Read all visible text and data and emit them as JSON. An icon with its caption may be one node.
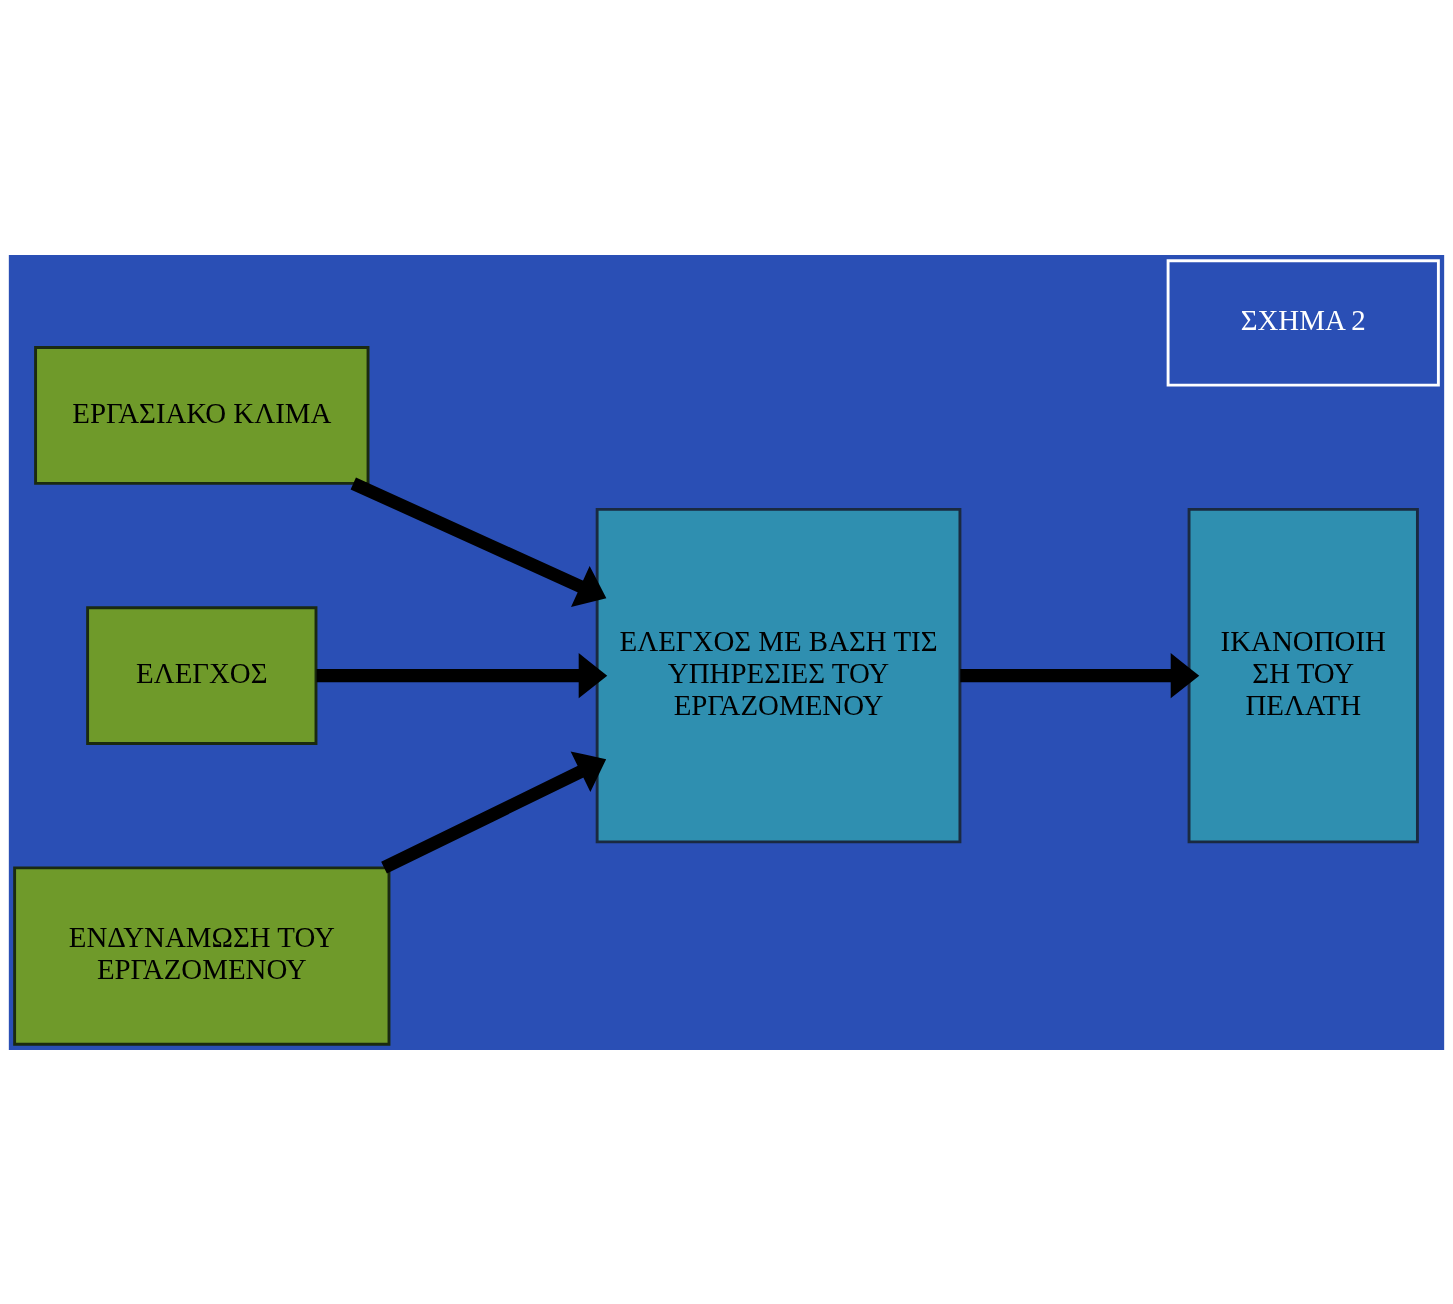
{
  "diagram": {
    "nodes": [
      {
        "text": [
          "ΣΧΗΜΑ 2"
        ]
      },
      {
        "text": [
          "ΕΡΓΑΣΙΑΚΟ ΚΛΙΜΑ"
        ]
      },
      {
        "text": [
          "ΕΛΕΓΧΟΣ"
        ]
      },
      {
        "text": [
          "ΕΝΔΥΝΑΜΩΣΗ ΤΟΥ ΕΡΓΑΖΟΜΕΝΟΥ"
        ]
      },
      {
        "text": [
          "ΕΛΕΓΧΟΣ ΜΕ ΒΑΣΗ ΤΙΣ ΥΠΗΡΕΣΙΕΣ ΤΟΥ ΕΡΓΑΖΟΜΕΝΟΥ"
        ]
      },
      {
        "text": [
          "ΙΚΑΝΟΠΟΙΗ ΣΗ ΤΟΥ ΠΕΛΑΤΗ"
        ]
      }
    ],
    "edges": [
      {
        "from": 1,
        "to": 4,
        "arrow": "to"
      },
      {
        "from": 2,
        "to": 4,
        "arrow": "to"
      },
      {
        "from": 3,
        "to": 4,
        "arrow": "to"
      },
      {
        "from": 4,
        "to": 5,
        "arrow": "to"
      }
    ]
  }
}
